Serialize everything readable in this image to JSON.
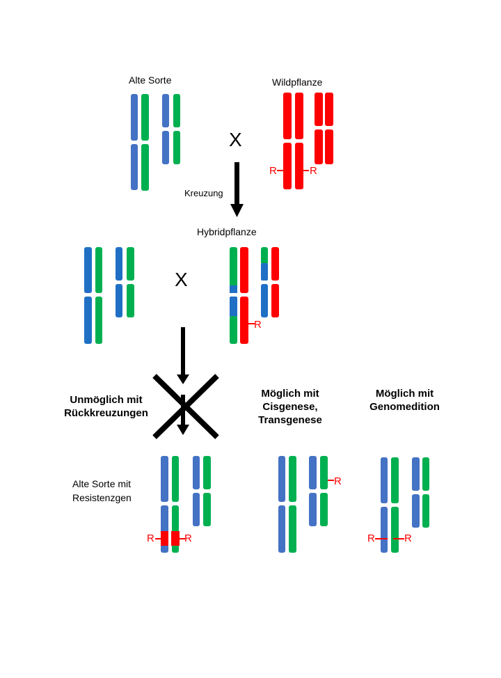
{
  "colors": {
    "blue": "#4472c4",
    "blue_bright": "#1f6fc5",
    "green": "#00b050",
    "red": "#ff0000",
    "black": "#000000"
  },
  "labels": {
    "alte_sorte": "Alte Sorte",
    "wildpflanze": "Wildpflanze",
    "cross_symbol": "X",
    "kreuzung": "Kreuzung",
    "hybridpflanze": "Hybridpflanze",
    "unmoeglich": "Unmöglich mit\nRückkreuzungen",
    "cisgenese": "Möglich mit\nCisgenese,\nTransgenese",
    "genomedition": "Möglich mit\nGenomedition",
    "alte_sorte_resistenz": "Alte Sorte mit\nResistenzgen",
    "gene_r": "R"
  },
  "icons": [
    "arrow-down-icon",
    "crossed-out-icon"
  ]
}
